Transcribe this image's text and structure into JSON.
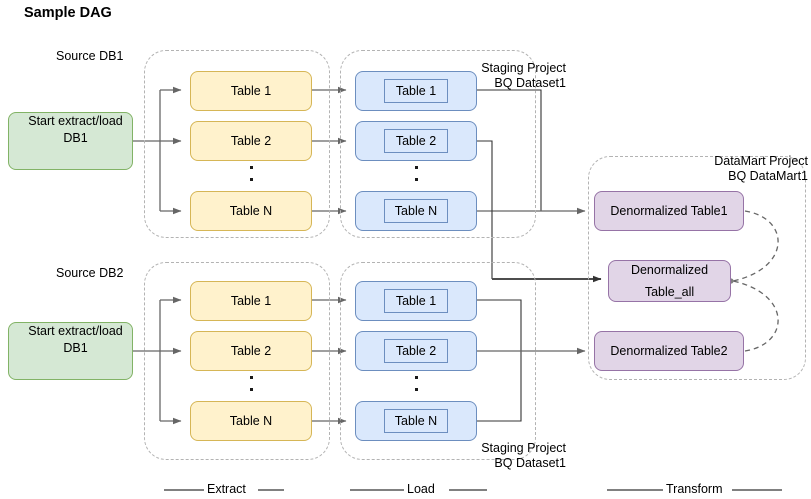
{
  "title": "Sample DAG",
  "sources": [
    {
      "caption": "Source DB1",
      "start_label_line1": "Start extract/load",
      "start_label_line2": "DB1"
    },
    {
      "caption": "Source DB2",
      "start_label_line1": "Start extract/load",
      "start_label_line2": "DB1"
    }
  ],
  "extract_group": {
    "tables": [
      "Table 1",
      "Table 2",
      "Table N"
    ],
    "ellipsis": "·"
  },
  "load_group": {
    "tables": [
      "Table 1",
      "Table 2",
      "Table N"
    ],
    "caption_line1": "Staging Project",
    "caption_line2": "BQ Dataset1"
  },
  "datamart": {
    "caption_line1": "DataMart Project",
    "caption_line2": "BQ DataMart1",
    "tables": [
      {
        "label": "Denormalized Table1"
      },
      {
        "label_line1": "Denormalized",
        "label_line2": "Table_all"
      },
      {
        "label": "Denormalized Table2"
      }
    ]
  },
  "stages": [
    {
      "label": "Extract"
    },
    {
      "label": "Load"
    },
    {
      "label": "Transform"
    }
  ],
  "colors": {
    "green_fill": "#d5e8d4",
    "green_border": "#82b366",
    "yellow_fill": "#fff2cc",
    "yellow_border": "#d6b656",
    "blue_fill": "#dae8fc",
    "blue_border": "#6c8ebf",
    "purple_fill": "#e1d5e7",
    "purple_border": "#9673a6",
    "connector": "#666666",
    "connector_dark": "#4d4d4d",
    "container_dash": "#b3b3b3"
  }
}
